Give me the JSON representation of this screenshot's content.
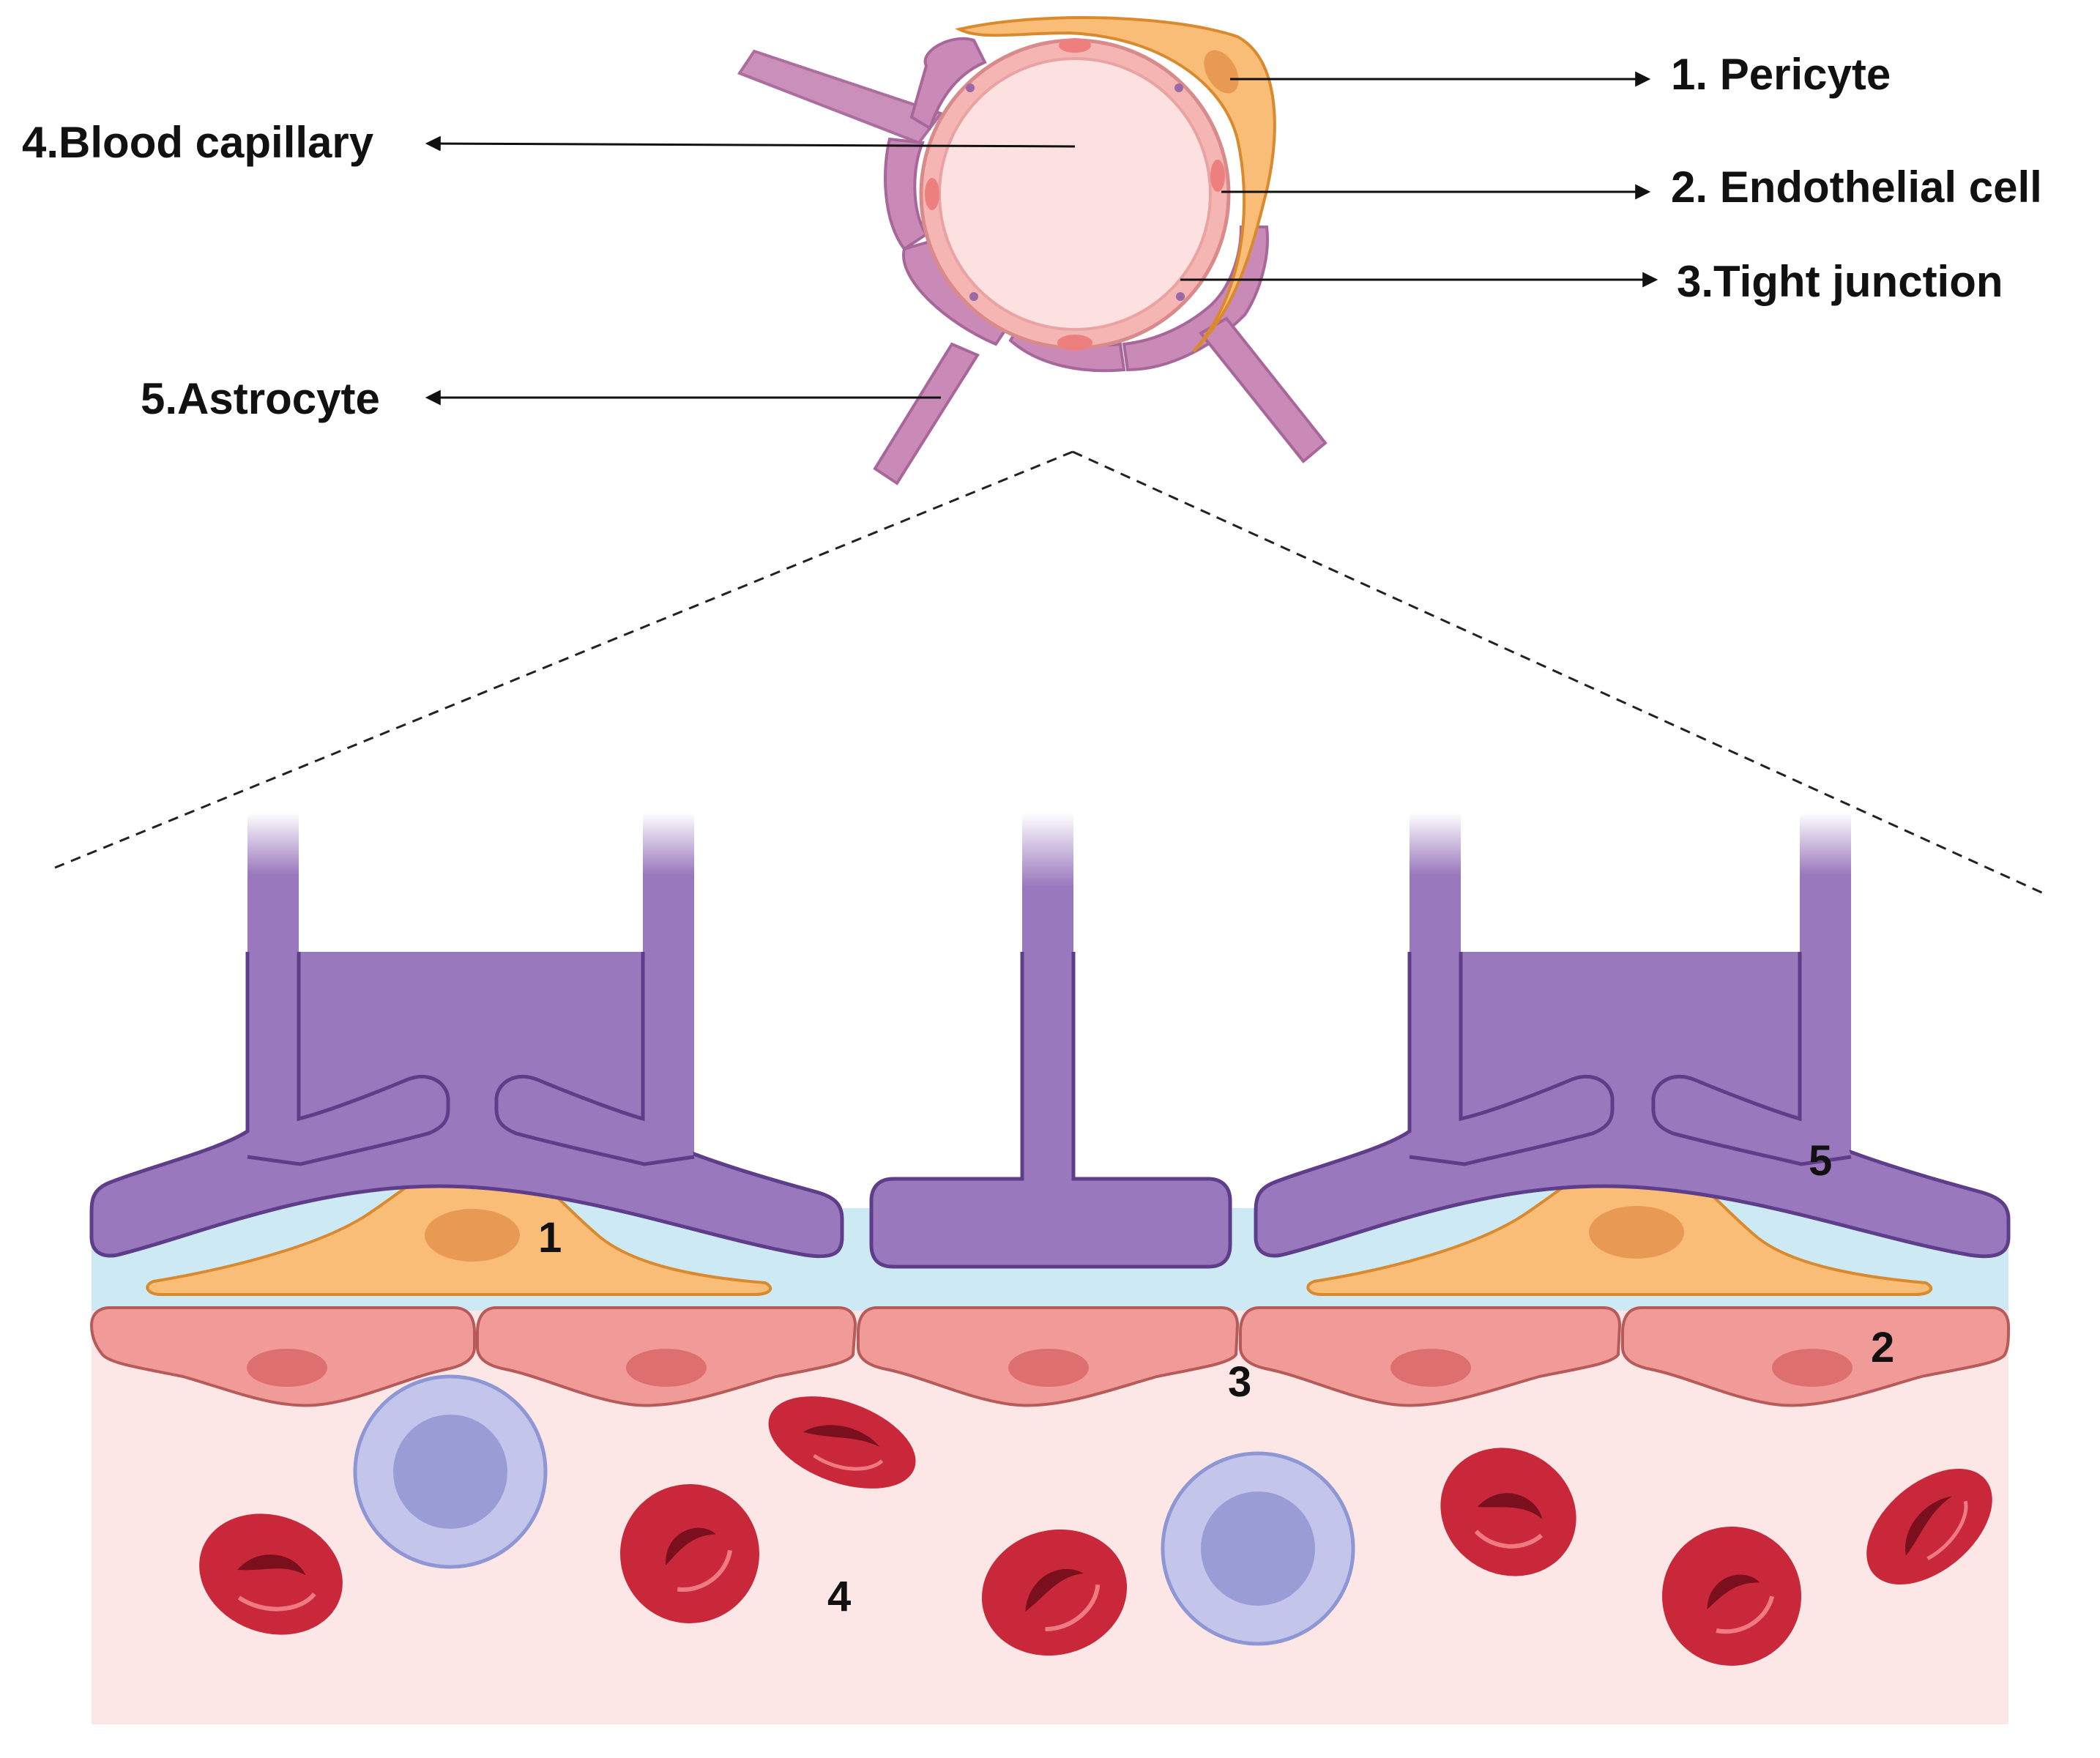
{
  "labels": {
    "pericyte": "1. Pericyte",
    "endothelial": "2. Endothelial cell",
    "tight_junction": "3.Tight junction",
    "capillary": "4.Blood capillary",
    "astrocyte": "5.Astrocyte"
  },
  "numbers": {
    "pericyte": "1",
    "endothelial": "2",
    "tight_junction": "3",
    "capillary": "4",
    "astrocyte": "5"
  },
  "colors": {
    "astrocyte_fill": "#9a78bd",
    "astrocyte_stroke": "#5e3d8a",
    "astrocyte_small": "#c98ab8",
    "pericyte_fill": "#f9bd78",
    "pericyte_stroke": "#d98a2e",
    "basement_membrane": "#cde9f3",
    "endothelial_fill": "#f19b98",
    "endothelial_stroke": "#b75a5a",
    "lumen": "#fde6e6",
    "red_blood_cell": "#c8283a",
    "white_blood_cell": "#b4b8e2"
  }
}
